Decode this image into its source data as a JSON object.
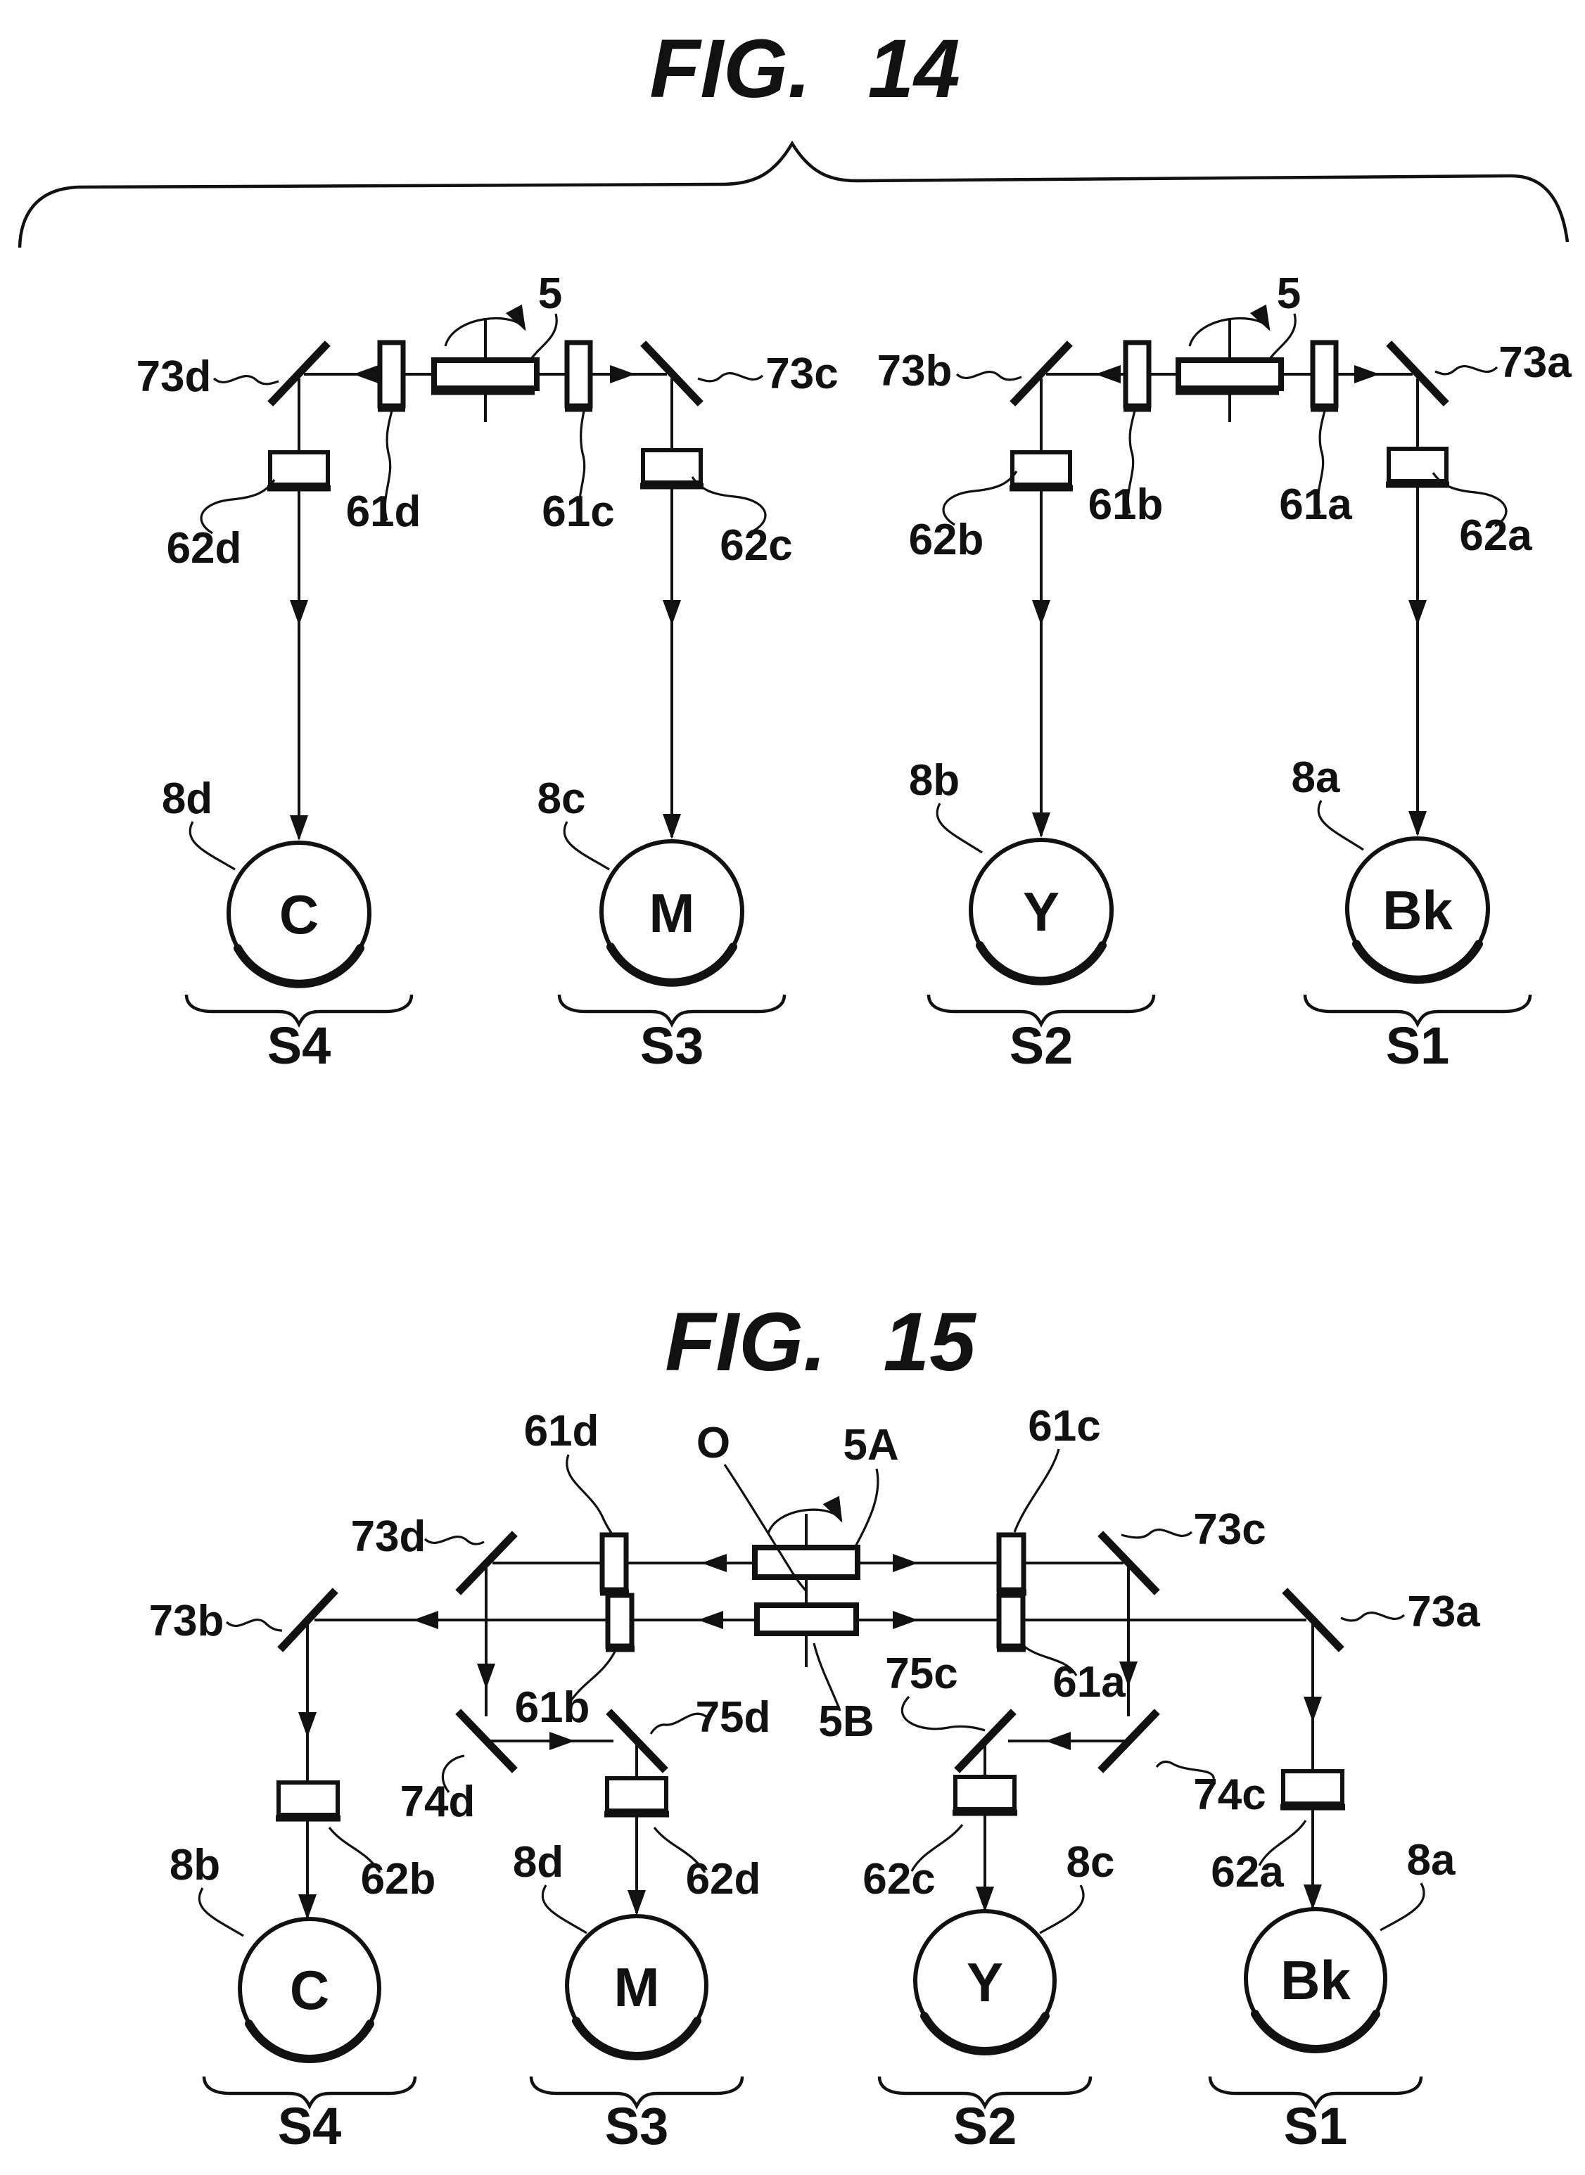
{
  "fig14": {
    "title": "FIG. 14",
    "scanner_label": "5",
    "labels": {
      "m73d": "73d",
      "m73c": "73c",
      "m73b": "73b",
      "m73a": "73a",
      "l61d": "61d",
      "l61c": "61c",
      "l61b": "61b",
      "l61a": "61a",
      "l62d": "62d",
      "l62c": "62c",
      "l62b": "62b",
      "l62a": "62a",
      "d8d": "8d",
      "d8c": "8c",
      "d8b": "8b",
      "d8a": "8a"
    },
    "drums": [
      {
        "letter": "C",
        "station": "S4"
      },
      {
        "letter": "M",
        "station": "S3"
      },
      {
        "letter": "Y",
        "station": "S2"
      },
      {
        "letter": "Bk",
        "station": "S1"
      }
    ]
  },
  "fig15": {
    "title": "FIG. 15",
    "axis_label": "O",
    "scanner_upper": "5A",
    "scanner_lower": "5B",
    "labels": {
      "m73d": "73d",
      "m73c": "73c",
      "m73b": "73b",
      "m73a": "73a",
      "m74d": "74d",
      "m74c": "74c",
      "m75d": "75d",
      "m75c": "75c",
      "l61d": "61d",
      "l61c": "61c",
      "l61b": "61b",
      "l61a": "61a",
      "l62b": "62b",
      "l62d": "62d",
      "l62c": "62c",
      "l62a": "62a",
      "d8b": "8b",
      "d8d": "8d",
      "d8c": "8c",
      "d8a": "8a"
    },
    "drums": [
      {
        "letter": "C",
        "station": "S4"
      },
      {
        "letter": "M",
        "station": "S3"
      },
      {
        "letter": "Y",
        "station": "S2"
      },
      {
        "letter": "Bk",
        "station": "S1"
      }
    ]
  }
}
